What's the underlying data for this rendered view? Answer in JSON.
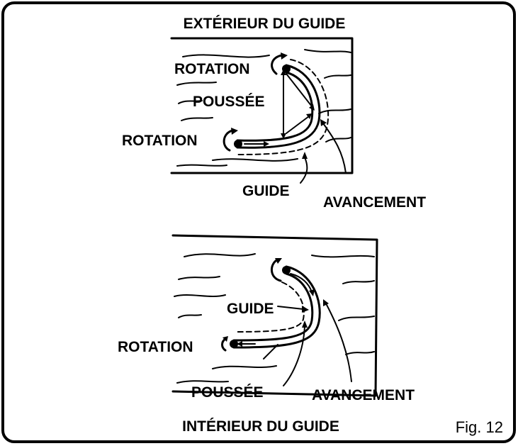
{
  "top_panel": {
    "title": "EXTÉRIEUR DU GUIDE",
    "labels": {
      "rotation_upper": "ROTATION",
      "poussee": "POUSSÉE",
      "rotation_lower": "ROTATION",
      "guide": "GUIDE",
      "avancement": "AVANCEMENT"
    }
  },
  "bottom_panel": {
    "title": "INTÉRIEUR DU GUIDE",
    "labels": {
      "guide": "GUIDE",
      "rotation": "ROTATION",
      "poussee": "POUSSÉE",
      "avancement": "AVANCEMENT"
    }
  },
  "figure_label": "Fig. 12",
  "colors": {
    "ink": "#000000",
    "paper": "#ffffff"
  }
}
